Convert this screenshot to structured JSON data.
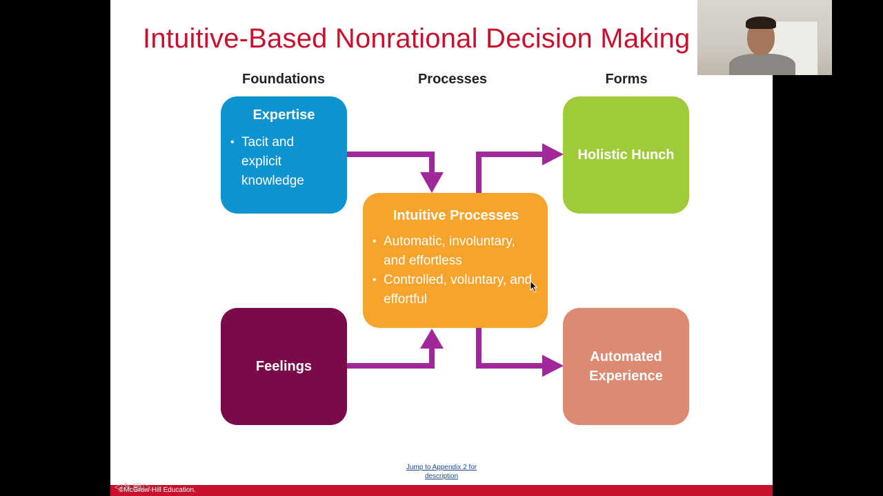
{
  "slide": {
    "title": "Intuitive-Based Nonrational Decision Making",
    "columns": {
      "foundations": "Foundations",
      "processes": "Processes",
      "forms": "Forms"
    },
    "boxes": {
      "expertise": {
        "title": "Expertise",
        "bullets": [
          "Tacit and explicit knowledge"
        ],
        "color": "#0d93cf"
      },
      "feelings": {
        "title": "Feelings",
        "color": "#7b0a48"
      },
      "intuitive": {
        "title": "Intuitive Processes",
        "bullets": [
          "Automatic, involuntary, and effortless",
          "Controlled, voluntary, and effortful"
        ],
        "color": "#f7a32c"
      },
      "holistic": {
        "title": "Holistic Hunch",
        "color": "#9fcb3b"
      },
      "automated": {
        "title": "Automated Experience",
        "color": "#dc8a72"
      }
    },
    "arrow_color": "#a0289a",
    "footer_link": "Jump to Appendix 2 for description",
    "copyright": "©McGraw-Hill Education."
  }
}
